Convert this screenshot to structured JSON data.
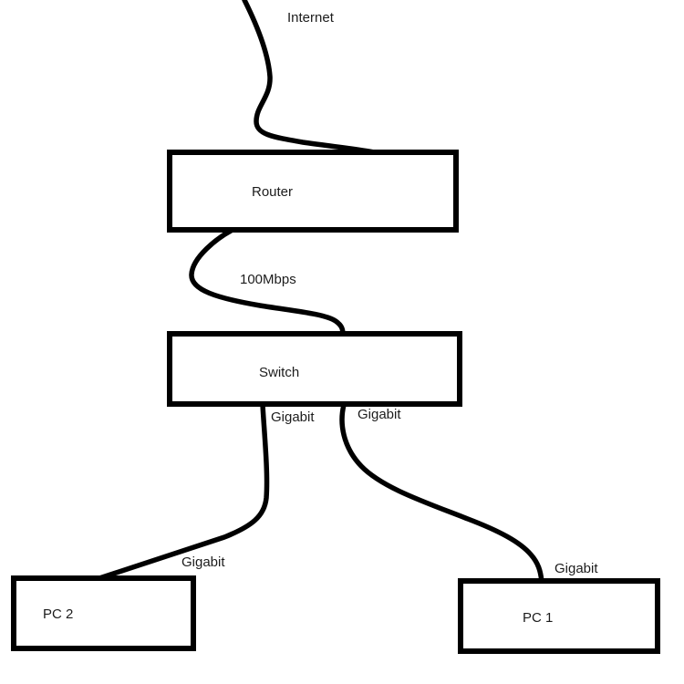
{
  "diagram": {
    "type": "network-topology",
    "labels": {
      "internet": "Internet",
      "router": "Router",
      "switch": "Switch",
      "pc2": "PC 2",
      "pc1": "PC 1",
      "router_switch_speed": "100Mbps",
      "switch_port_left_speed": "Gigabit",
      "switch_port_right_speed": "Gigabit",
      "pc2_link_speed": "Gigabit",
      "pc1_link_speed": "Gigabit"
    },
    "colors": {
      "line": "#000000",
      "text": "#1c1c1c",
      "background": "#ffffff"
    }
  }
}
